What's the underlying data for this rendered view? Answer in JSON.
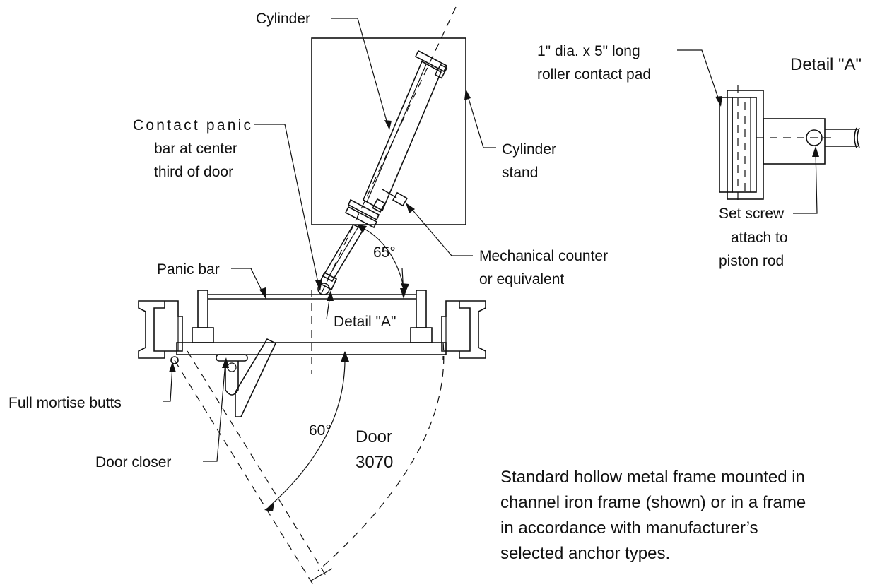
{
  "labels": {
    "cylinder": "Cylinder",
    "cylinder_stand_1": "Cylinder",
    "cylinder_stand_2": "stand",
    "contact_1": "Contact panic",
    "contact_2": "bar at center",
    "contact_3": "third of door",
    "panic_bar": "Panic bar",
    "counter_1": "Mechanical counter",
    "counter_2": "or equivalent",
    "angle_65": "65°",
    "detail_a_small": "Detail \"A\"",
    "mortise": "Full mortise butts",
    "door_closer": "Door closer",
    "angle_60": "60°",
    "door_1": "Door",
    "door_2": "3070",
    "pad_1": "1\" dia. x 5\" long",
    "pad_2": "roller contact pad",
    "detail_a_title": "Detail \"A\"",
    "set_screw_1": "Set screw",
    "set_screw_2": "attach to",
    "set_screw_3": "piston rod"
  },
  "note": {
    "lines": [
      "Standard hollow metal frame mounted in",
      "channel iron frame (shown) or in a frame",
      "in accordance with manufacturer’s",
      "selected anchor types."
    ]
  }
}
